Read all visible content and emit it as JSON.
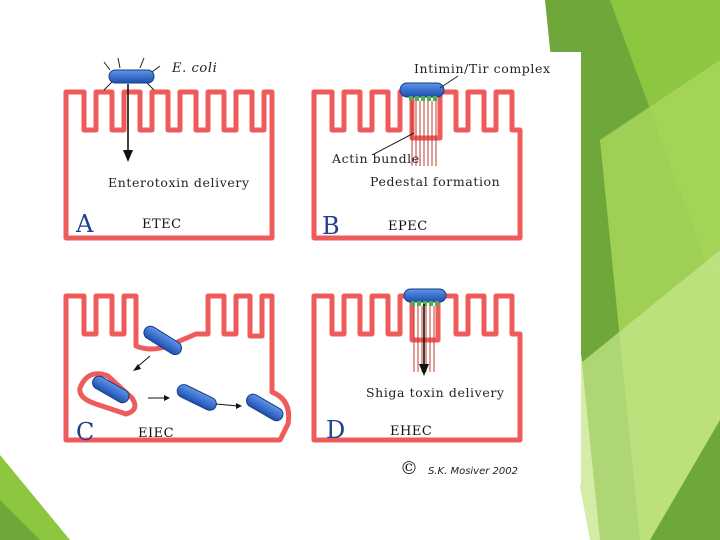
{
  "colors": {
    "green_accent": "#8dc63f",
    "green_dark": "#6a9a2e",
    "membrane": "#ef5b5b",
    "bacterium": "#2a64c8",
    "actin": "#c0392b",
    "panel_letter": "#1f3f8f"
  },
  "panels": {
    "a": {
      "letter": "A",
      "type": "ETEC",
      "organism": "E. coli",
      "caption": "Enterotoxin delivery"
    },
    "b": {
      "letter": "B",
      "type": "EPEC",
      "complex": "Intimin/Tir complex",
      "actin": "Actin bundle",
      "pedestal": "Pedestal formation"
    },
    "c": {
      "letter": "C",
      "type": "EIEC"
    },
    "d": {
      "letter": "D",
      "type": "EHEC",
      "caption": "Shiga toxin delivery"
    }
  },
  "credit": {
    "symbol": "©",
    "text": "S.K. Mosiver 2002"
  }
}
